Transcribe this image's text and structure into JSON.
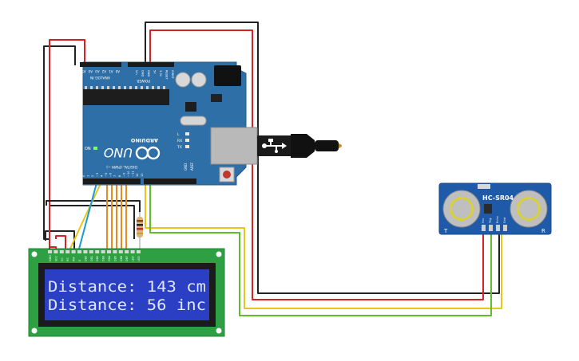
{
  "arduino": {
    "brand": "ARDUINO",
    "model": "UNO",
    "label_on": "ON",
    "label_tx": "TX",
    "label_rx": "RX",
    "label_l": "L",
    "label_aref": "AREF",
    "label_gnd": "GND",
    "label_digital": "DIGITAL (PWM ~)",
    "label_analog": "ANALOG IN",
    "label_power": "POWER",
    "digital_pins": [
      "0",
      "1",
      "2",
      "~3",
      "4",
      "~5",
      "~6",
      "7",
      "8",
      "~9",
      "~10",
      "~11",
      "12",
      "13"
    ],
    "analog_pins": [
      "A0",
      "A1",
      "A2",
      "A3",
      "A4",
      "A5"
    ],
    "power_pins": [
      "IOREF",
      "RESET",
      "3.3V",
      "5V",
      "GND",
      "GND",
      "Vin"
    ]
  },
  "sensor": {
    "model": "HC-SR04",
    "label_t": "T",
    "label_r": "R",
    "pins": [
      "Vcc",
      "Trig",
      "Echo",
      "Gnd"
    ]
  },
  "lcd": {
    "line1": "Distance: 143 cm",
    "line2": "Distance: 56 inc",
    "pins": [
      "GND",
      "VCC",
      "V0",
      "RS",
      "RW",
      "E",
      "DB0",
      "DB1",
      "DB2",
      "DB3",
      "DB4",
      "DB5",
      "DB6",
      "DB7",
      "LED",
      "LED"
    ]
  },
  "colors": {
    "board": "#2f6fa7",
    "sensor": "#1e5aa8",
    "lcd_pcb": "#2ea043",
    "lcd_screen": "#2a3fc4",
    "wire_black": "#222222",
    "wire_red": "#d62222",
    "wire_yellow": "#e8c619",
    "wire_green": "#5fbf2a",
    "wire_orange": "#e98a1c",
    "wire_blue": "#1a9bd6"
  }
}
